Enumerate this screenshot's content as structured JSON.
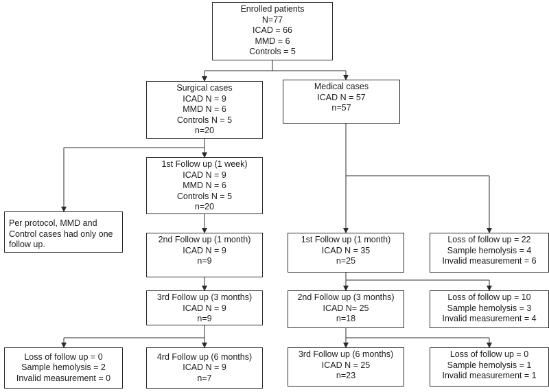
{
  "flowchart": {
    "enrolled": [
      "Enrolled patients",
      "N=77",
      "ICAD = 66",
      "MMD = 6",
      "Controls = 5"
    ],
    "surgical": [
      "Surgical cases",
      "ICAD N = 9",
      "MMD N = 6",
      "Controls N = 5",
      "n=20"
    ],
    "medical": [
      "Medical cases",
      "ICAD N = 57",
      "n=57"
    ],
    "s_fu1": [
      "1st Follow up (1 week)",
      "ICAD N = 9",
      "MMD N = 6",
      "Controls N = 5",
      "n=20"
    ],
    "protocol_note": [
      "Per protocol, MMD and Control cases had only one follow up."
    ],
    "s_fu2": [
      "2nd Follow up (1 month)",
      "ICAD N = 9",
      "n=9"
    ],
    "s_fu3": [
      "3rd Follow up (3 months)",
      "ICAD N = 9",
      "n=9"
    ],
    "s_loss": [
      "Loss of follow up = 0",
      "Sample hemolysis = 2",
      "Invalid measurement = 0"
    ],
    "s_fu4": [
      "4rd Follow up (6 months)",
      "ICAD N = 9",
      "n=7"
    ],
    "m_fu1": [
      "1st Follow up (1 month)",
      "ICAD N = 35",
      "n=25"
    ],
    "m_loss1": [
      "Loss of follow up = 22",
      "Sample hemolysis = 4",
      "Invalid measurement = 6"
    ],
    "m_fu2": [
      "2nd Follow up (3 months)",
      "ICAD N= 25",
      "n=18"
    ],
    "m_loss2": [
      "Loss of follow up = 10",
      "Sample hemolysis = 3",
      "Invalid measurement = 4"
    ],
    "m_fu3": [
      "3rd Follow up (6 months)",
      "ICAD N = 25",
      "n=23"
    ],
    "m_loss3": [
      "Loss of follow up = 0",
      "Sample hemolysis = 1",
      "Invalid measurement = 1"
    ]
  },
  "style": {
    "line_color": "#2b2b2b",
    "border_color": "#2b2b2b"
  }
}
